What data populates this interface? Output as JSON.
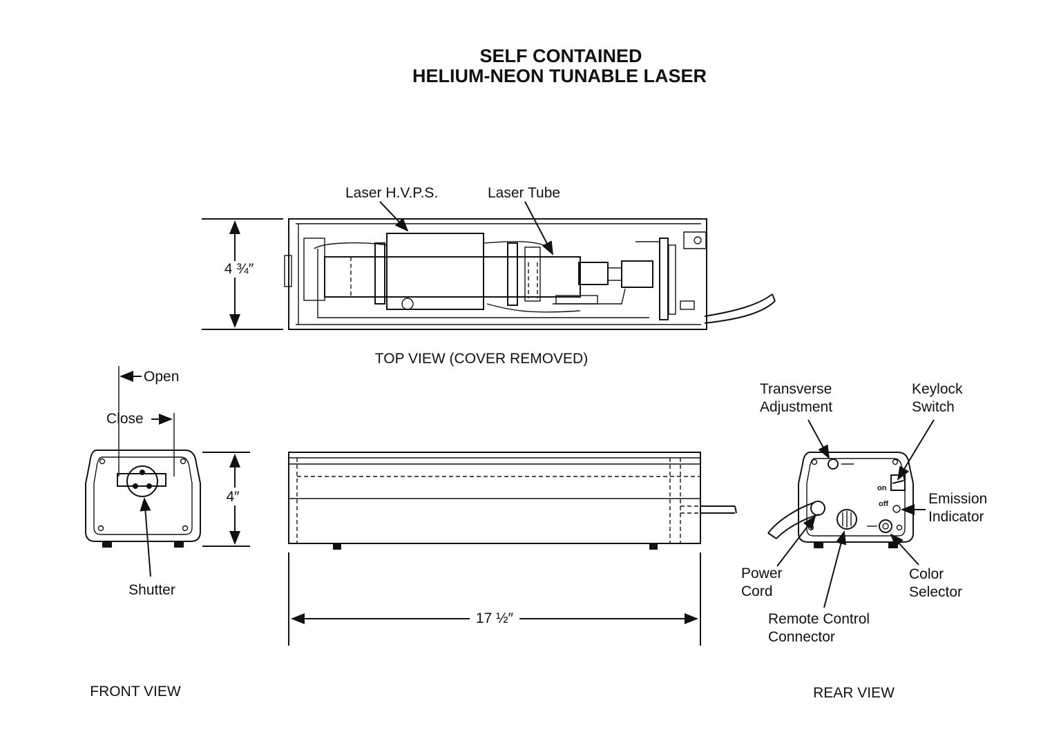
{
  "title": {
    "line1": "SELF CONTAINED",
    "line2": "HELIUM-NEON  TUNABLE  LASER"
  },
  "top_view": {
    "caption": "TOP VIEW (COVER REMOVED)",
    "label_hvps": "Laser H.V.P.S.",
    "label_tube": "Laser Tube",
    "dim_width": "4 ¾″"
  },
  "side_view": {
    "dim_length": "17 ½″"
  },
  "front_view": {
    "caption": "FRONT VIEW",
    "label_open": "Open",
    "label_close": "Close",
    "label_shutter": "Shutter",
    "dim_height": "4″"
  },
  "rear_view": {
    "caption": "REAR VIEW",
    "transverse_1": "Transverse",
    "transverse_2": "Adjustment",
    "keylock_1": "Keylock",
    "keylock_2": "Switch",
    "emission_1": "Emission",
    "emission_2": "Indicator",
    "power_1": "Power",
    "power_2": "Cord",
    "color_1": "Color",
    "color_2": "Selector",
    "remote_1": "Remote Control",
    "remote_2": "Connector",
    "switch_on": "on",
    "switch_off": "off"
  }
}
